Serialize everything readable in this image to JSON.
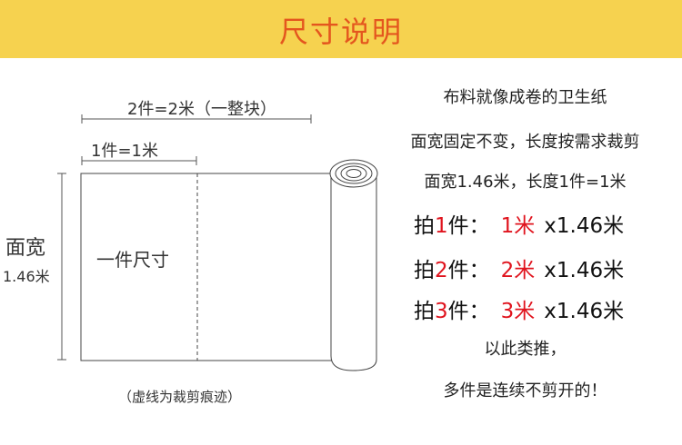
{
  "header": {
    "title": "尺寸说明"
  },
  "diagram": {
    "two_pieces_label": "2件=2米（一整块）",
    "one_piece_label": "1件=1米",
    "width_label": "面宽",
    "width_value": "1.46米",
    "piece_label": "一件尺寸",
    "caption": "（虚线为裁剪痕迹）"
  },
  "description": {
    "line1": "布料就像成卷的卫生纸",
    "line2": "面宽固定不变，长度按需求裁剪",
    "line3": "面宽1.46米，长度1件=1米",
    "line_etc": "以此类推，",
    "line_continuous": "多件是连续不剪开的！"
  },
  "pricing": {
    "rows": [
      {
        "prefix": "拍",
        "count": "1",
        "unit": "件：",
        "length": "1米",
        "width": "x1.46米"
      },
      {
        "prefix": "拍",
        "count": "2",
        "unit": "件：",
        "length": "2米",
        "width": "x1.46米"
      },
      {
        "prefix": "拍",
        "count": "3",
        "unit": "件：",
        "length": "3米",
        "width": "x1.46米"
      }
    ]
  },
  "colors": {
    "banner": "#f6d24f",
    "title": "#e4561e",
    "highlight": "#e0141e"
  }
}
